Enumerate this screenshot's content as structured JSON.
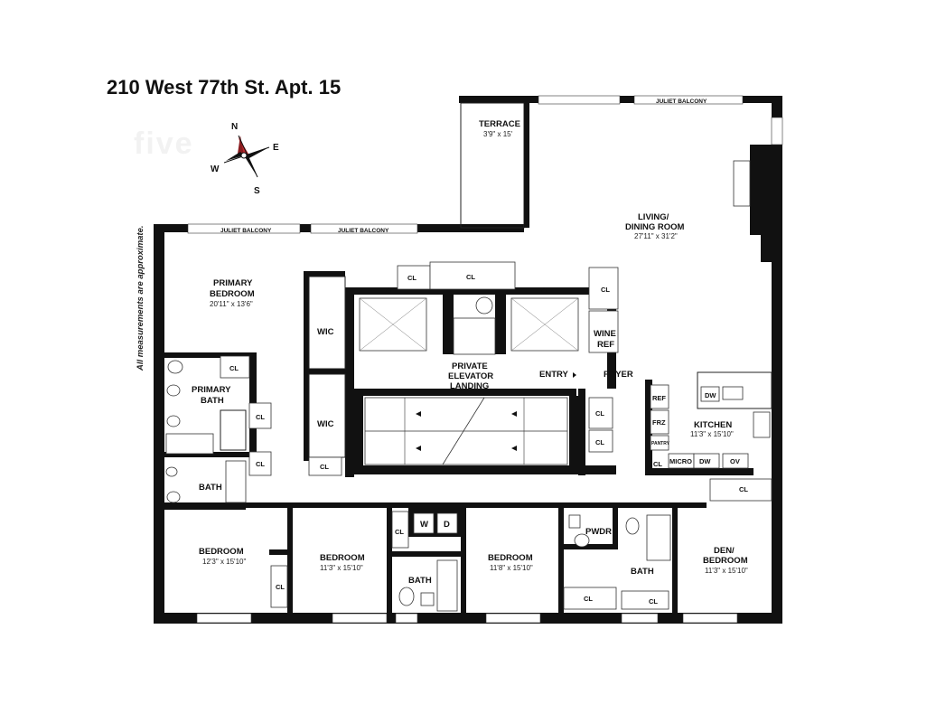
{
  "title": "210 West 77th St. Apt. 15",
  "disclaimer": "All measurements are approximate.",
  "compass": {
    "n": "N",
    "e": "E",
    "s": "S",
    "w": "W"
  },
  "rooms": {
    "terrace": {
      "name": "TERRACE",
      "dim": "3'9\" x 15'"
    },
    "living": {
      "name1": "LIVING/",
      "name2": "DINING ROOM",
      "dim": "27'11\" x 31'2\""
    },
    "primary": {
      "name1": "PRIMARY",
      "name2": "BEDROOM",
      "dim": "20'11\" x 13'6\""
    },
    "primary_bath": {
      "name1": "PRIMARY",
      "name2": "BATH"
    },
    "bath_left": "BATH",
    "wic1": "WIC",
    "wic2": "WIC",
    "elevator": {
      "l1": "PRIVATE",
      "l2": "ELEVATOR",
      "l3": "LANDING"
    },
    "entry": "ENTRY",
    "foyer": "FOYER",
    "wine": {
      "l1": "WINE",
      "l2": "REF"
    },
    "kitchen": {
      "name": "KITCHEN",
      "dim": "11'3\" x 15'10\""
    },
    "bed1": {
      "name": "BEDROOM",
      "dim": "12'3\" x 15'10\""
    },
    "bed2": {
      "name": "BEDROOM",
      "dim": "11'3\" x 15'10\""
    },
    "bed3": {
      "name": "BEDROOM",
      "dim": "11'8\" x 15'10\""
    },
    "den": {
      "name1": "DEN/",
      "name2": "BEDROOM",
      "dim": "11'3\" x 15'10\""
    },
    "bath_mid": "BATH",
    "bath_right": "BATH",
    "pwdr": "PWDR",
    "w": "W",
    "d": "D"
  },
  "labels": {
    "cl": "CL",
    "dw": "DW",
    "ref": "REF",
    "frz": "FRZ",
    "pantry": "PANTRY",
    "micro": "MICRO",
    "ov": "OV",
    "juliet": "JULIET BALCONY"
  }
}
